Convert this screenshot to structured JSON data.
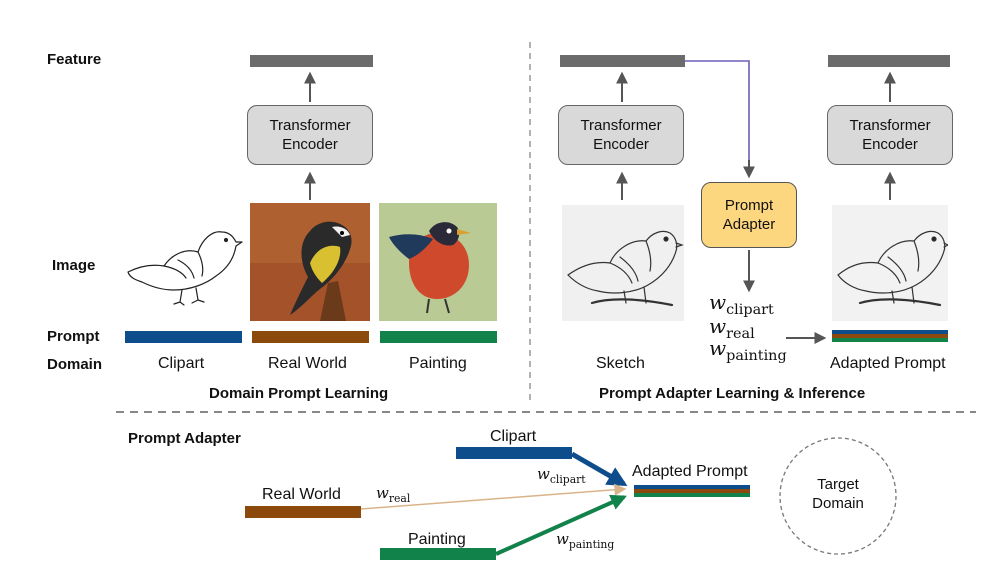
{
  "row_labels": {
    "feature": "Feature",
    "image": "Image",
    "prompt": "Prompt",
    "domain": "Domain"
  },
  "encoder": {
    "line1": "Transformer",
    "line2": "Encoder"
  },
  "left_panel": {
    "domains": [
      {
        "label": "Clipart",
        "color": "#0e4d8c"
      },
      {
        "label": "Real World",
        "color": "#8b4a0b"
      },
      {
        "label": "Painting",
        "color": "#11824a"
      }
    ],
    "title": "Domain Prompt Learning"
  },
  "right_panel": {
    "source_label": "Sketch",
    "adapter": {
      "line1": "Prompt",
      "line2": "Adapter"
    },
    "weights": [
      {
        "symbol": "w",
        "subscript": "clipart"
      },
      {
        "symbol": "w",
        "subscript": "real"
      },
      {
        "symbol": "w",
        "subscript": "painting"
      }
    ],
    "adapted_label": "Adapted Prompt",
    "title": "Prompt Adapter Learning & Inference"
  },
  "bottom": {
    "title": "Prompt Adapter",
    "clipart_label": "Clipart",
    "real_label": "Real World",
    "painting_label": "Painting",
    "adapted_label": "Adapted Prompt",
    "target_line1": "Target",
    "target_line2": "Domain",
    "w_clipart": "clipart",
    "w_real": "real",
    "w_painting": "painting",
    "w_symbol": "w"
  },
  "colors": {
    "feature_bar": "#6b6b6b",
    "encoder_fill": "#d9d9d9",
    "adapter_fill": "#fdd780",
    "connector": "#6b5fb5",
    "clipart": "#0e4d8c",
    "real_world": "#8b4a0b",
    "painting": "#11824a",
    "real_arrow": "#d9b48a"
  }
}
